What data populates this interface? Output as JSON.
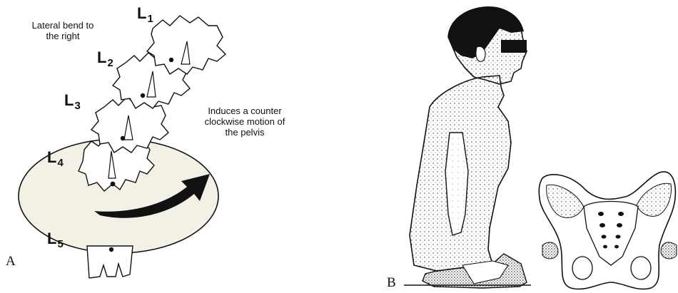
{
  "panel_a": {
    "letter": "A",
    "annotation_bend": [
      "Lateral bend to",
      "the right"
    ],
    "annotation_pelvis": [
      "Induces a counter",
      "clockwise motion of",
      "the pelvis"
    ],
    "vertebrae": [
      {
        "letter": "L",
        "sub": "1"
      },
      {
        "letter": "L",
        "sub": "2"
      },
      {
        "letter": "L",
        "sub": "3"
      },
      {
        "letter": "L",
        "sub": "4"
      },
      {
        "letter": "L",
        "sub": "5"
      }
    ]
  },
  "panel_b": {
    "letter": "B"
  }
}
